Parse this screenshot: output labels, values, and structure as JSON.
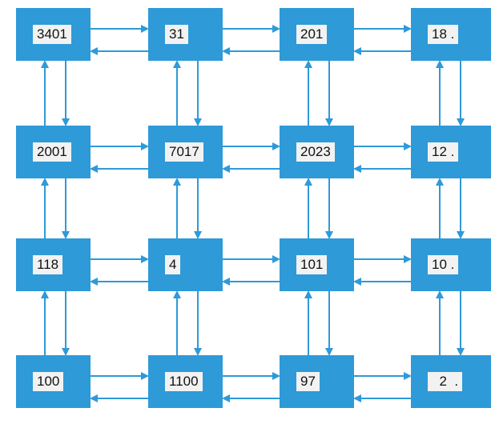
{
  "diagram": {
    "rows": [
      [
        "3401",
        "31",
        "201",
        "18 ."
      ],
      [
        "2001",
        "7017",
        "2023",
        "12 ."
      ],
      [
        "118",
        "4",
        "101",
        "10 ."
      ],
      [
        "100",
        "1100",
        "97",
        "  2  ."
      ]
    ],
    "colors": {
      "node_fill": "#2e9ad8",
      "arrow": "#2e9ad8",
      "label_background": "#f2f2f2",
      "label_text": "#111111"
    }
  }
}
